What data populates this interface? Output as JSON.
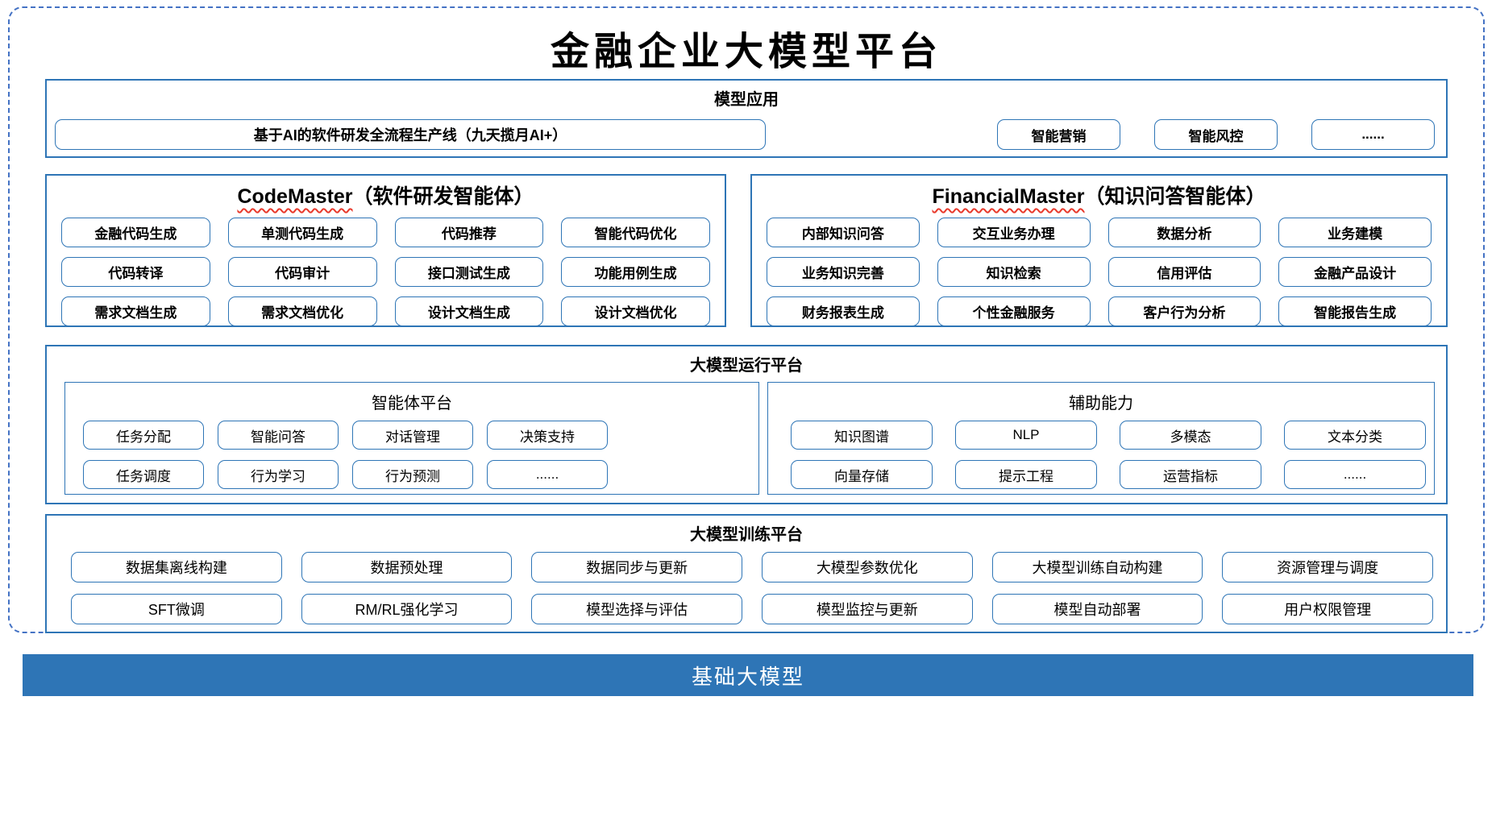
{
  "title": "金融企业大模型平台",
  "colors": {
    "border_blue": "#2E75B6",
    "dashed_blue": "#4472C4",
    "bar_blue": "#2E75B6",
    "squiggle_red": "#E8392B"
  },
  "model_app": {
    "header": "模型应用",
    "pipeline": "基于AI的软件研发全流程生产线（九天揽月AI+）",
    "boxes": [
      "智能营销",
      "智能风控",
      "......"
    ]
  },
  "codemaster": {
    "title_en": "CodeMaster",
    "title_cn": "（软件研发智能体）",
    "boxes": [
      "金融代码生成",
      "单测代码生成",
      "代码推荐",
      "智能代码优化",
      "代码转译",
      "代码审计",
      "接口测试生成",
      "功能用例生成",
      "需求文档生成",
      "需求文档优化",
      "设计文档生成",
      "设计文档优化"
    ]
  },
  "financialmaster": {
    "title_en": "FinancialMaster",
    "title_cn": "（知识问答智能体）",
    "boxes": [
      "内部知识问答",
      "交互业务办理",
      "数据分析",
      "业务建模",
      "业务知识完善",
      "知识检索",
      "信用评估",
      "金融产品设计",
      "财务报表生成",
      "个性金融服务",
      "客户行为分析",
      "智能报告生成"
    ]
  },
  "runtime": {
    "header": "大模型运行平台",
    "agent_platform": {
      "header": "智能体平台",
      "boxes": [
        "任务分配",
        "智能问答",
        "对话管理",
        "决策支持",
        "任务调度",
        "行为学习",
        "行为预测",
        "......"
      ]
    },
    "aux_capabilities": {
      "header": "辅助能力",
      "boxes": [
        "知识图谱",
        "NLP",
        "多模态",
        "文本分类",
        "向量存储",
        "提示工程",
        "运营指标",
        "......"
      ]
    }
  },
  "training": {
    "header": "大模型训练平台",
    "boxes": [
      "数据集离线构建",
      "数据预处理",
      "数据同步与更新",
      "大模型参数优化",
      "大模型训练自动构建",
      "资源管理与调度",
      "SFT微调",
      "RM/RL强化学习",
      "模型选择与评估",
      "模型监控与更新",
      "模型自动部署",
      "用户权限管理"
    ]
  },
  "base_bar": "基础大模型"
}
